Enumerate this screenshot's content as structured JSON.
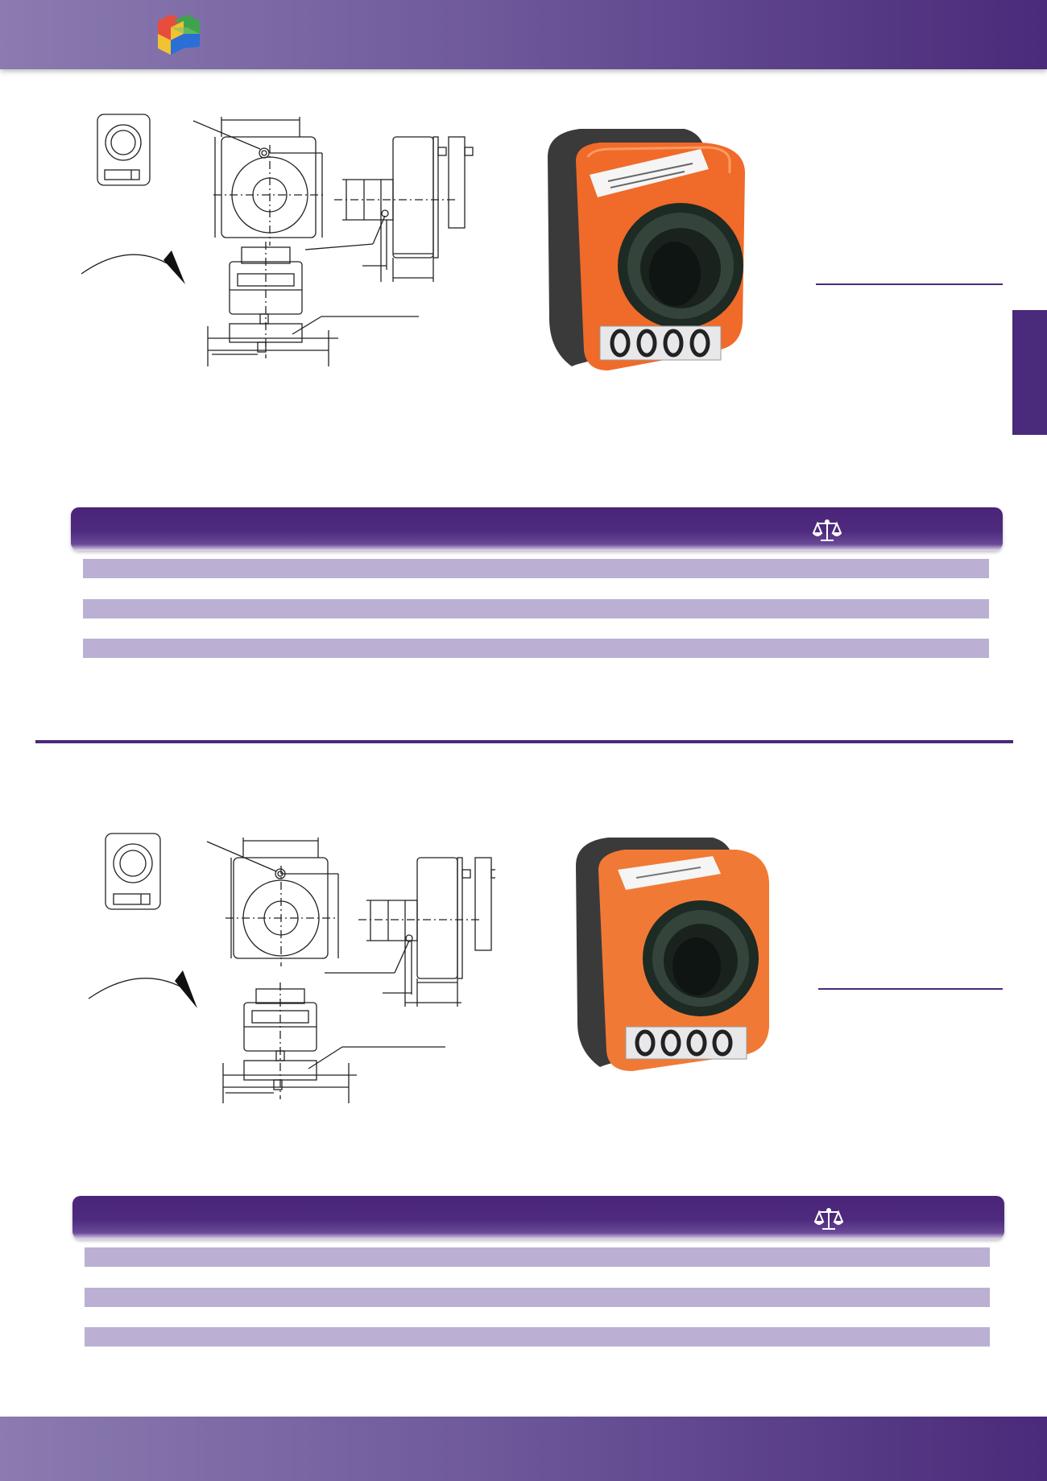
{
  "colors": {
    "brand_purple": "#4a2a7a",
    "band_light": "#8b7bb0",
    "row_fill": "#bbb0d3",
    "product_orange": "#f06a2a",
    "product_grey": "#3c3c3c"
  },
  "icons": {
    "logo": "colored-cube-logo",
    "table": "weight-scale-icon"
  },
  "sections": [
    {
      "product_display_digits": "0000",
      "table_rows": 3
    },
    {
      "product_display_digits": "0000",
      "table_rows": 3
    }
  ]
}
